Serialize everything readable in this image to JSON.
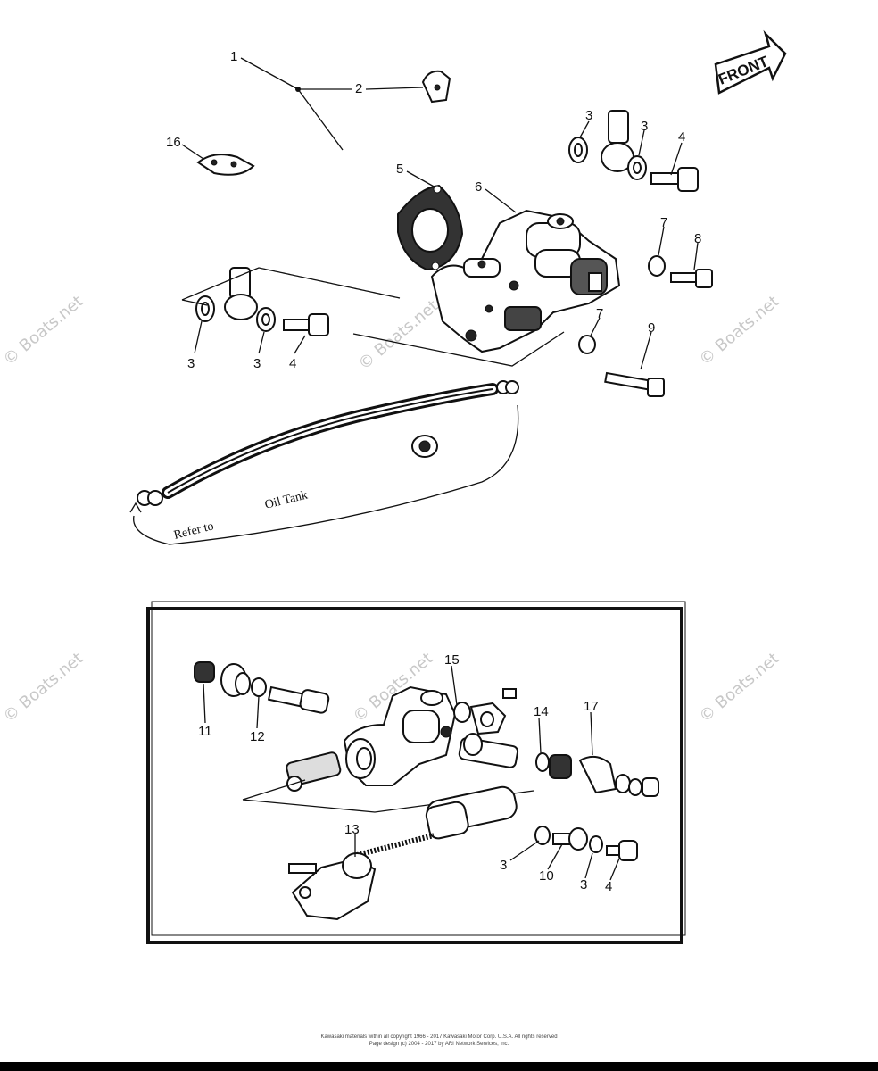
{
  "orientation": {
    "label": "FRONT"
  },
  "watermark": "© Boats.net",
  "callouts": {
    "c1": "1",
    "c2": "2",
    "c3a": "3",
    "c3b": "3",
    "c4a": "4",
    "c16": "16",
    "c5": "5",
    "c6": "6",
    "c7a": "7",
    "c8": "8",
    "c3c": "3",
    "c3d": "3",
    "c4b": "4",
    "c7b": "7",
    "c9": "9",
    "c11": "11",
    "c12": "12",
    "c15": "15",
    "c14": "14",
    "c17": "17",
    "c13": "13",
    "c3e": "3",
    "c10": "10",
    "c3f": "3",
    "c4c": "4"
  },
  "hose_text": {
    "refer": "Refer to",
    "tank": "Oil Tank"
  },
  "footer": {
    "line1": "Kawasaki materials within all copyright 1966 - 2017 Kawasaki Motor Corp. U.S.A. All rights reserved",
    "line2": "Page design (c) 2004 - 2017 by ARI Network Services, Inc."
  }
}
